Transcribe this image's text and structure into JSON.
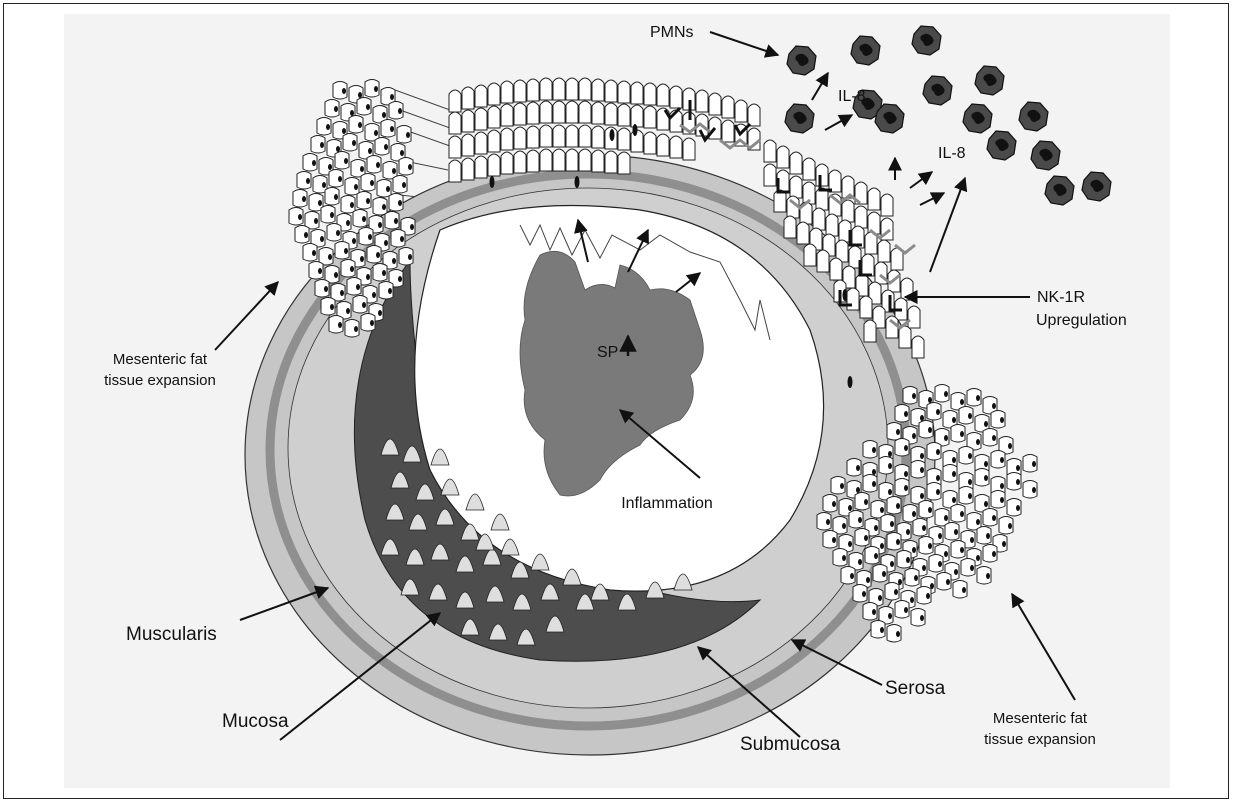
{
  "labels": {
    "pmns": "PMNs",
    "il8_upper": "IL-8",
    "il8_lower": "IL-8",
    "nk1r_line1": "NK-1R",
    "nk1r_line2": "Upregulation",
    "mesenteric_left_line1": "Mesenteric fat",
    "mesenteric_left_line2": "tissue expansion",
    "mesenteric_right_line1": "Mesenteric fat",
    "mesenteric_right_line2": "tissue expansion",
    "sp": "SP",
    "inflammation": "Inflammation",
    "muscularis": "Muscularis",
    "mucosa": "Mucosa",
    "submucosa": "Submucosa",
    "serosa": "Serosa"
  },
  "colors": {
    "panel_background": "#f3f3f3",
    "serosa": "#c6c6c6",
    "muscularis_band": "#8f8f8f",
    "submucosa": "#cfcfcf",
    "mucosa": "#4d4d4d",
    "villi": "#dedede",
    "lumen": "#ffffff",
    "inflamed_tissue": "#7a7a7a",
    "pmn_cell": "#4a4a4a",
    "fat_cell": "#ffffff"
  }
}
